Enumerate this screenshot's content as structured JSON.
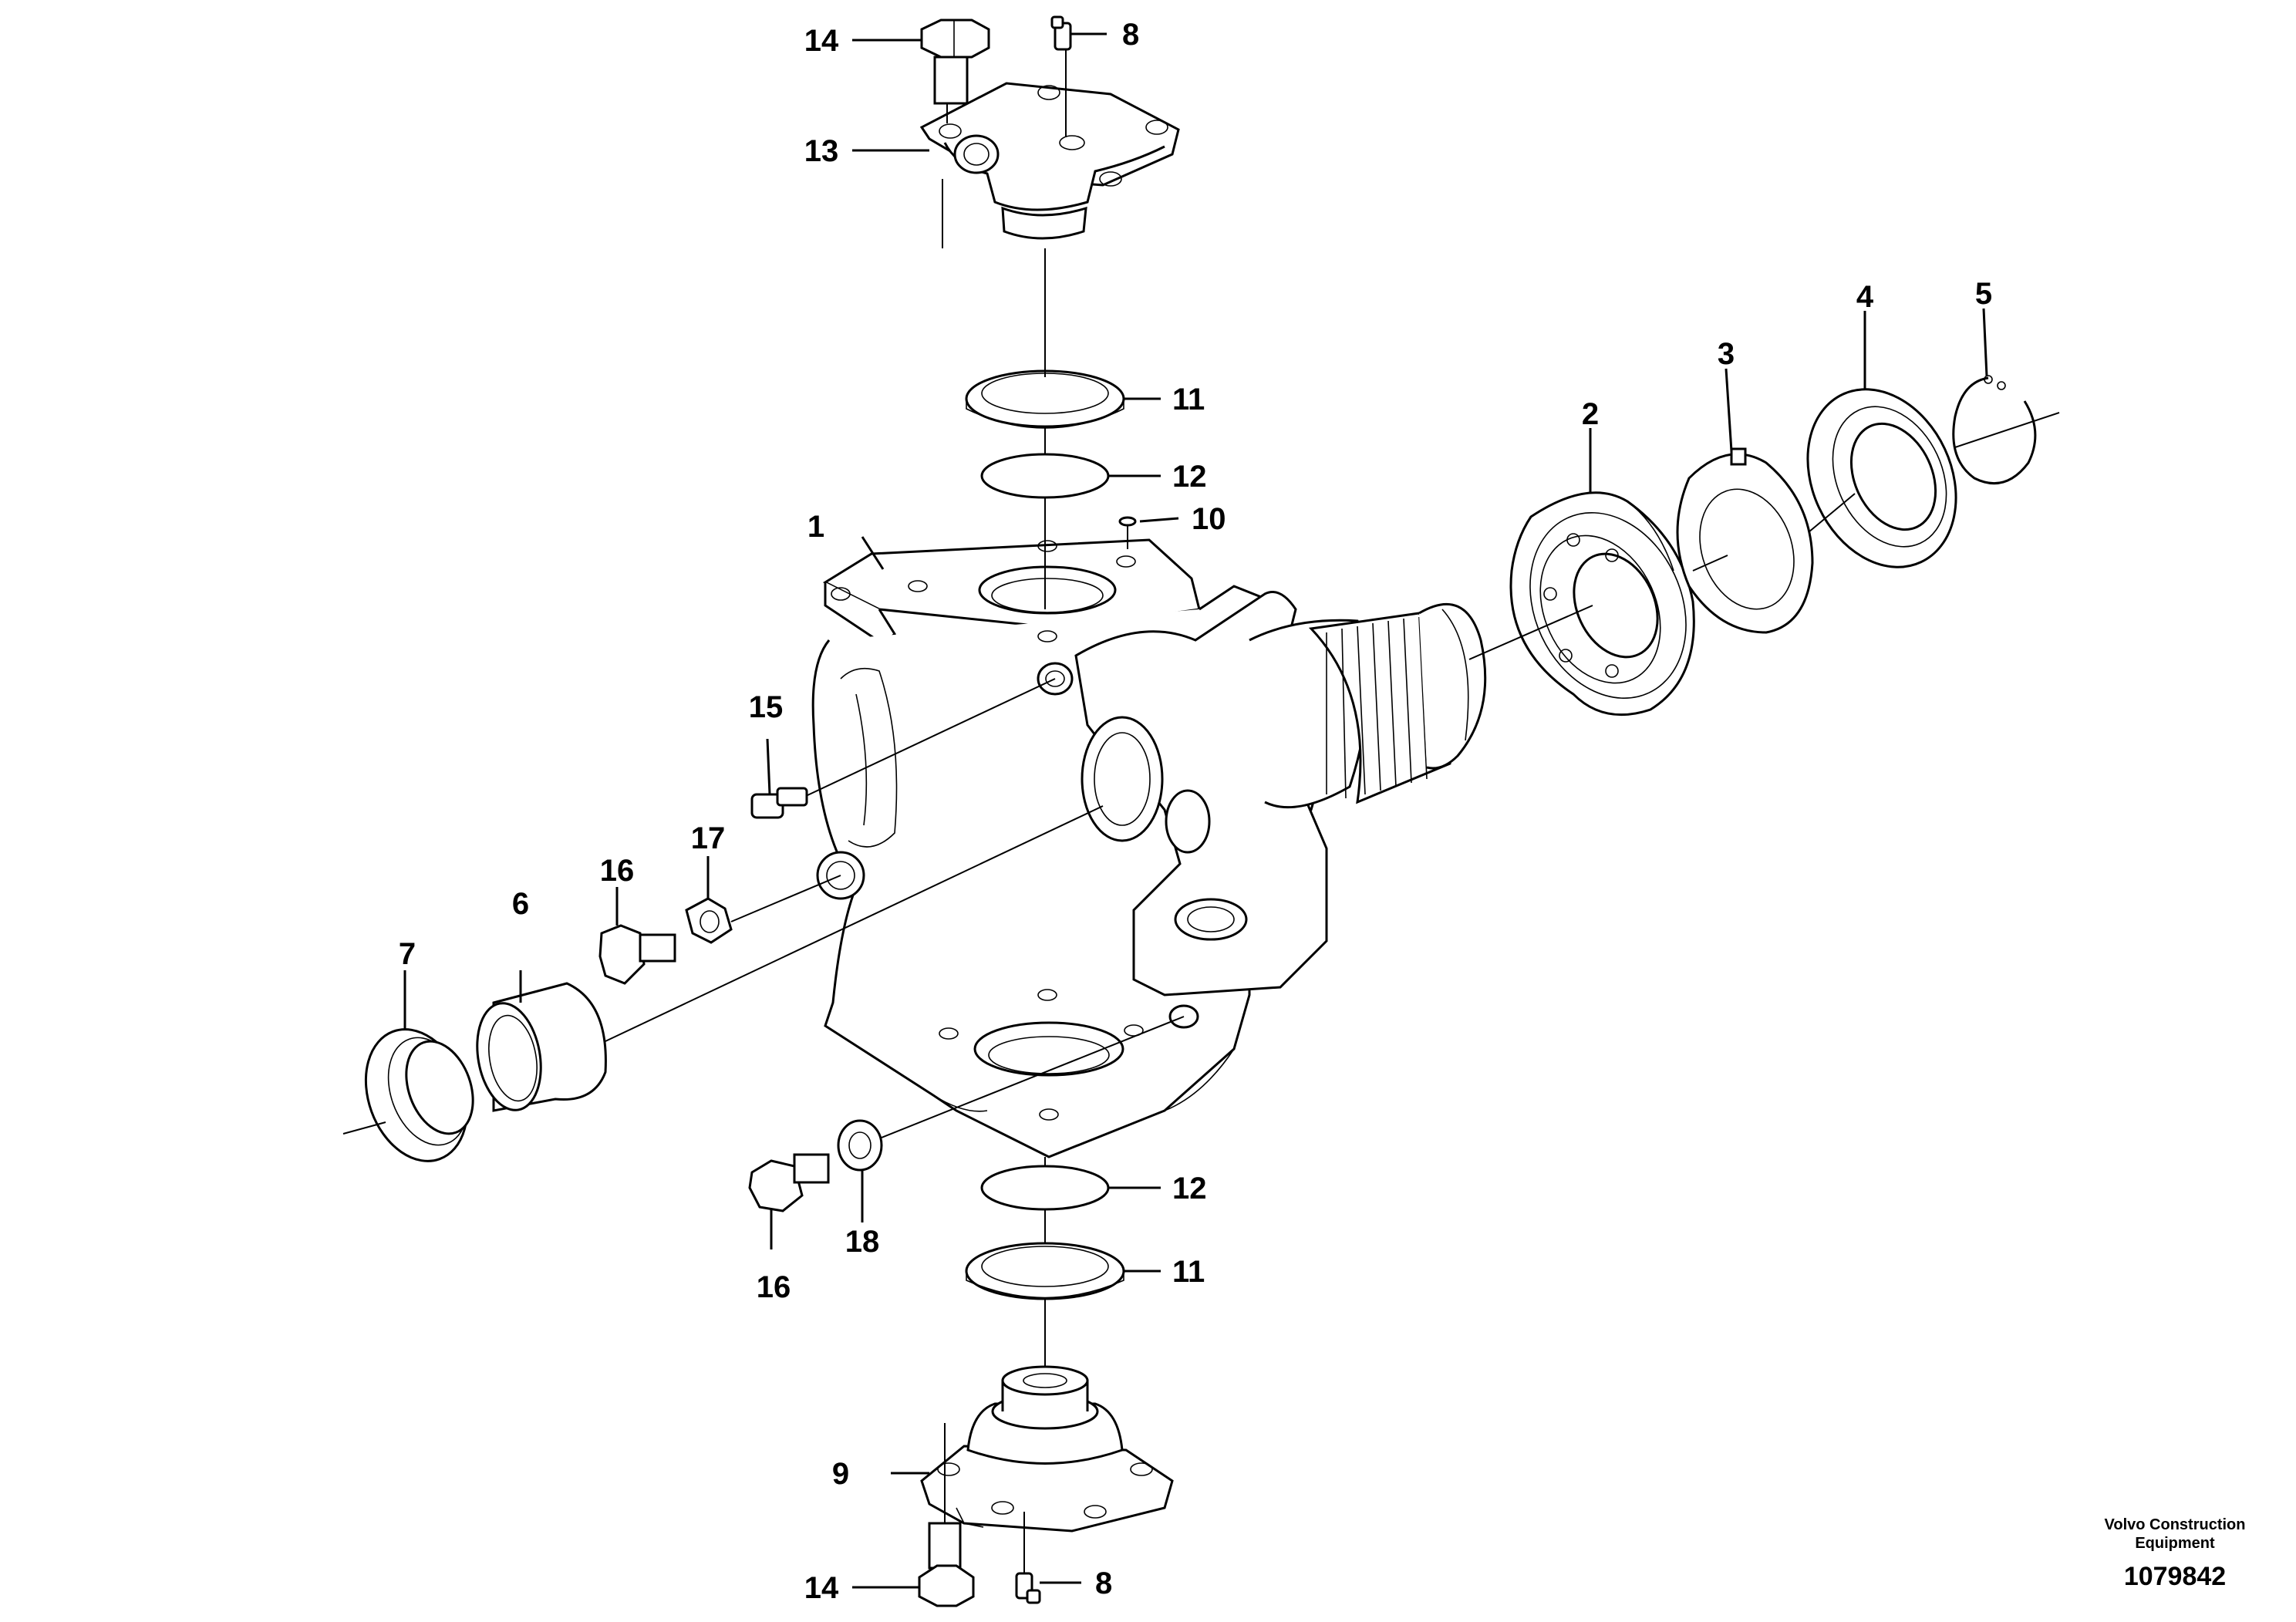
{
  "callouts": {
    "c1": "1",
    "c2": "2",
    "c3": "3",
    "c4": "4",
    "c5": "5",
    "c6": "6",
    "c7": "7",
    "c8_top": "8",
    "c8_bottom": "8",
    "c9": "9",
    "c10": "10",
    "c11_top": "11",
    "c11_bottom": "11",
    "c12_top": "12",
    "c12_bottom": "12",
    "c13": "13",
    "c14_top": "14",
    "c14_bottom": "14",
    "c15": "15",
    "c16_top": "16",
    "c16_bottom": "16",
    "c17": "17",
    "c18": "18"
  },
  "footer": {
    "company_line1": "Volvo Construction",
    "company_line2": "Equipment",
    "drawing_number": "1079842"
  }
}
